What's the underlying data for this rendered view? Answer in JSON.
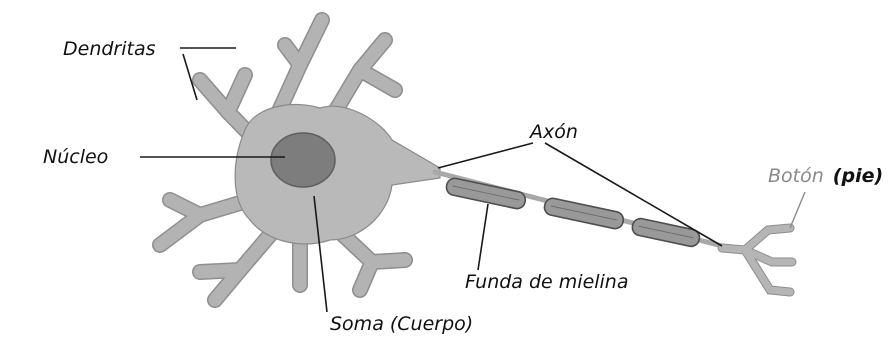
{
  "labels": {
    "dendritas": "Dendritas",
    "nucleo": "Núcleo",
    "axon": "Axón",
    "boton": "Botón",
    "pie": "(pie)",
    "funda": "Funda de mielina",
    "soma": "Soma (Cuerpo)"
  },
  "colors": {
    "cell_fill": "#b9b9b9",
    "nucleus_fill": "#7d7d7d",
    "myelin_fill": "#999999",
    "label_text": "#111111",
    "boton_text": "#8a8a8a"
  }
}
